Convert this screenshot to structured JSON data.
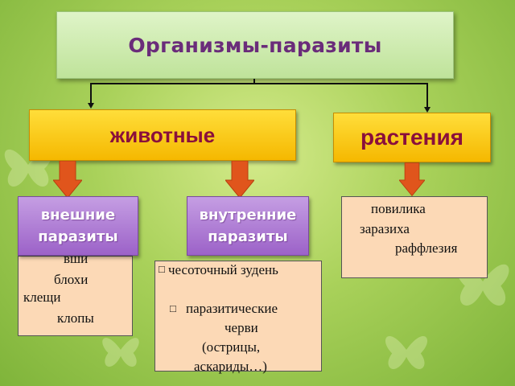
{
  "title": "Организмы-паразиты",
  "animals": "животные",
  "plants": "растения",
  "external_parasites": {
    "line1": "внешние",
    "line2": "паразиты"
  },
  "internal_parasites": {
    "line1": "внутренние",
    "line2": "паразиты"
  },
  "external_list": [
    "вши",
    "блохи",
    "клещи",
    "клопы"
  ],
  "internal_list": [
    "чесоточный зудень",
    "паразитические",
    "черви",
    "(острицы,",
    "аскариды…)"
  ],
  "plants_list": [
    "повилика",
    "заразиха",
    "раффлезия"
  ],
  "colors": {
    "title_text": "#6a2c7a",
    "yellow_box": "#f7c600",
    "yellow_text": "#8a0f3c",
    "purple_box": "#b07fd6",
    "list_bg": "#fcd9b6",
    "arrow": "#e0551c"
  }
}
